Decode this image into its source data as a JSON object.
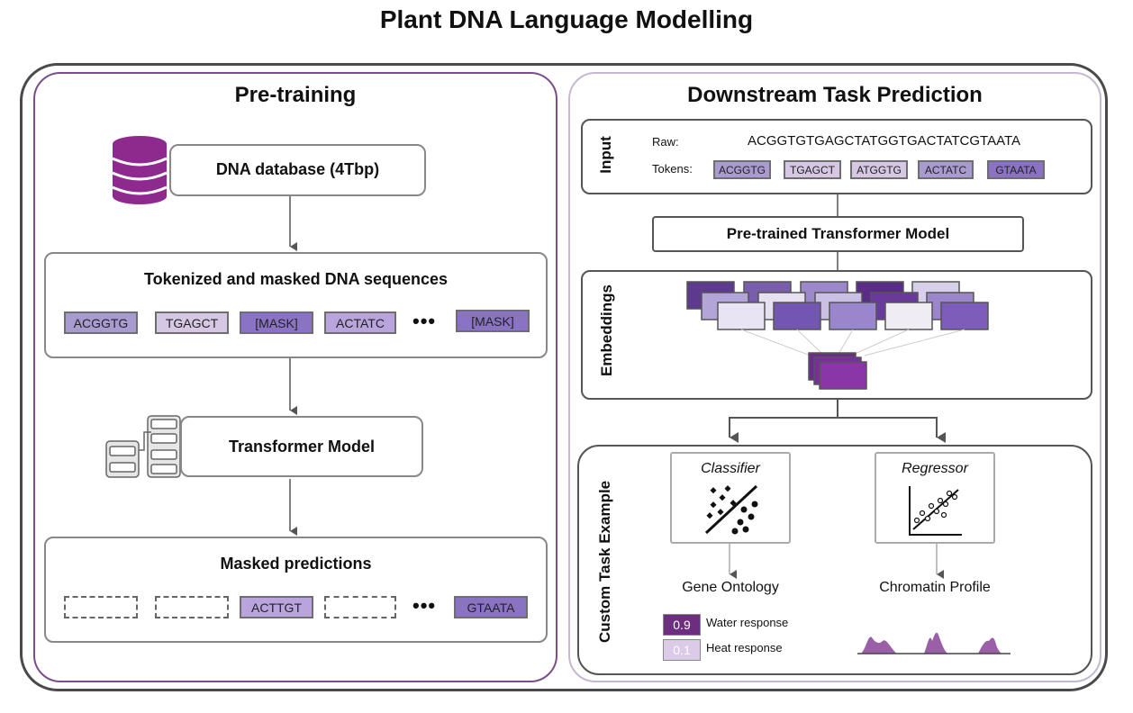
{
  "title": "Plant DNA Language Modelling",
  "pretraining": {
    "title": "Pre-training",
    "database_label": "DNA database (4Tbp)",
    "tokenized_title": "Tokenized and masked DNA sequences",
    "tokens": [
      "ACGGTG",
      "TGAGCT",
      "[MASK]",
      "ACTATC",
      "[MASK]"
    ],
    "ellipsis": "•••",
    "transformer_label": "Transformer Model",
    "predictions_title": "Masked predictions",
    "predicted_tokens": [
      "ACTTGT",
      "GTAATA"
    ]
  },
  "downstream": {
    "title": "Downstream Task Prediction",
    "input_label": "Input",
    "raw_label": "Raw:",
    "raw_sequence": "ACGGTGTGAGCTATGGTGACTATCGTAATA",
    "tokens_label": "Tokens:",
    "tokens": [
      "ACGGTG",
      "TGAGCT",
      "ATGGTG",
      "ACTATC",
      "GTAATA"
    ],
    "model_label": "Pre-trained Transformer Model",
    "embeddings_label": "Embeddings",
    "custom_label": "Custom Task Example",
    "classifier_label": "Classifier",
    "regressor_label": "Regressor",
    "classifier_output": "Gene Ontology",
    "regressor_output": "Chromatin Profile",
    "scores": [
      {
        "value": "0.9",
        "label": "Water response"
      },
      {
        "value": "0.1",
        "label": "Heat response"
      }
    ]
  },
  "colors": {
    "accent": "#8e2a8e",
    "panel_border": "#7a4e8c",
    "token_blue": "#a99bd0",
    "token_pink": "#d6c8e4",
    "token_dark": "#8b73c4",
    "peak": "#9b5fa8"
  }
}
